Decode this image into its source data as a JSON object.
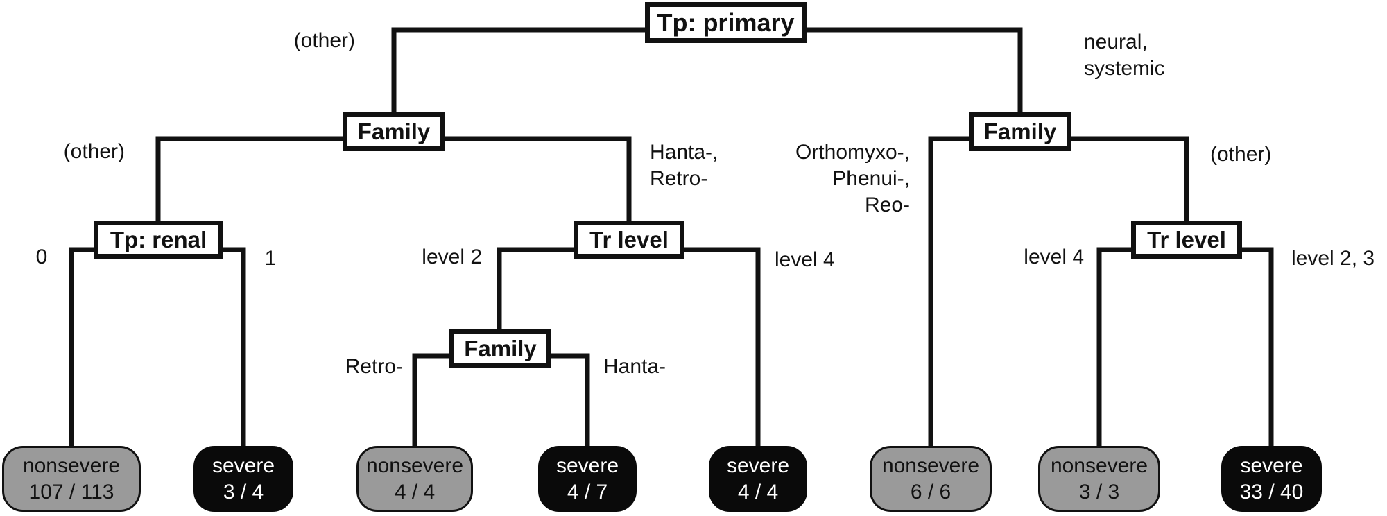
{
  "diagram": {
    "type": "decision-tree",
    "colors": {
      "line": "#111111",
      "node_fill": "#ffffff",
      "node_border": "#111111",
      "nonsevere_leaf_fill": "#9a9a9a",
      "nonsevere_leaf_text": "#111111",
      "severe_leaf_fill": "#0a0a0a",
      "severe_leaf_text": "#ffffff"
    }
  },
  "nodes": {
    "tp_primary": {
      "label": "Tp: primary"
    },
    "family_left": {
      "label": "Family"
    },
    "tp_renal": {
      "label": "Tp: renal"
    },
    "tr_level_mid": {
      "label": "Tr level"
    },
    "family_mid": {
      "label": "Family"
    },
    "family_right": {
      "label": "Family"
    },
    "tr_level_right": {
      "label": "Tr level"
    }
  },
  "labels": {
    "other_root": {
      "text": "(other)"
    },
    "neural_systemic": {
      "lines": [
        "neural,",
        "systemic"
      ]
    },
    "other_family_left": {
      "text": "(other)"
    },
    "hanta_retro": {
      "lines": [
        "Hanta-,",
        "Retro-"
      ]
    },
    "orthomyxo_phenui_reo": {
      "lines": [
        "Orthomyxo-,",
        "Phenui-,",
        "Reo-"
      ]
    },
    "other_family_right": {
      "text": "(other)"
    },
    "zero": {
      "text": "0"
    },
    "one": {
      "text": "1"
    },
    "level_2": {
      "text": "level 2"
    },
    "level_4_mid": {
      "text": "level 4"
    },
    "retro": {
      "text": "Retro-"
    },
    "hanta": {
      "text": "Hanta-"
    },
    "level_4_right": {
      "text": "level 4"
    },
    "level_2_3": {
      "text": "level 2, 3"
    }
  },
  "leaves": [
    {
      "outcome": "nonsevere",
      "count": "107 / 113"
    },
    {
      "outcome": "severe",
      "count": "3 / 4"
    },
    {
      "outcome": "nonsevere",
      "count": "4 / 4"
    },
    {
      "outcome": "severe",
      "count": "4 / 7"
    },
    {
      "outcome": "severe",
      "count": "4 / 4"
    },
    {
      "outcome": "nonsevere",
      "count": "6 / 6"
    },
    {
      "outcome": "nonsevere",
      "count": "3 / 3"
    },
    {
      "outcome": "severe",
      "count": "33 / 40"
    }
  ]
}
